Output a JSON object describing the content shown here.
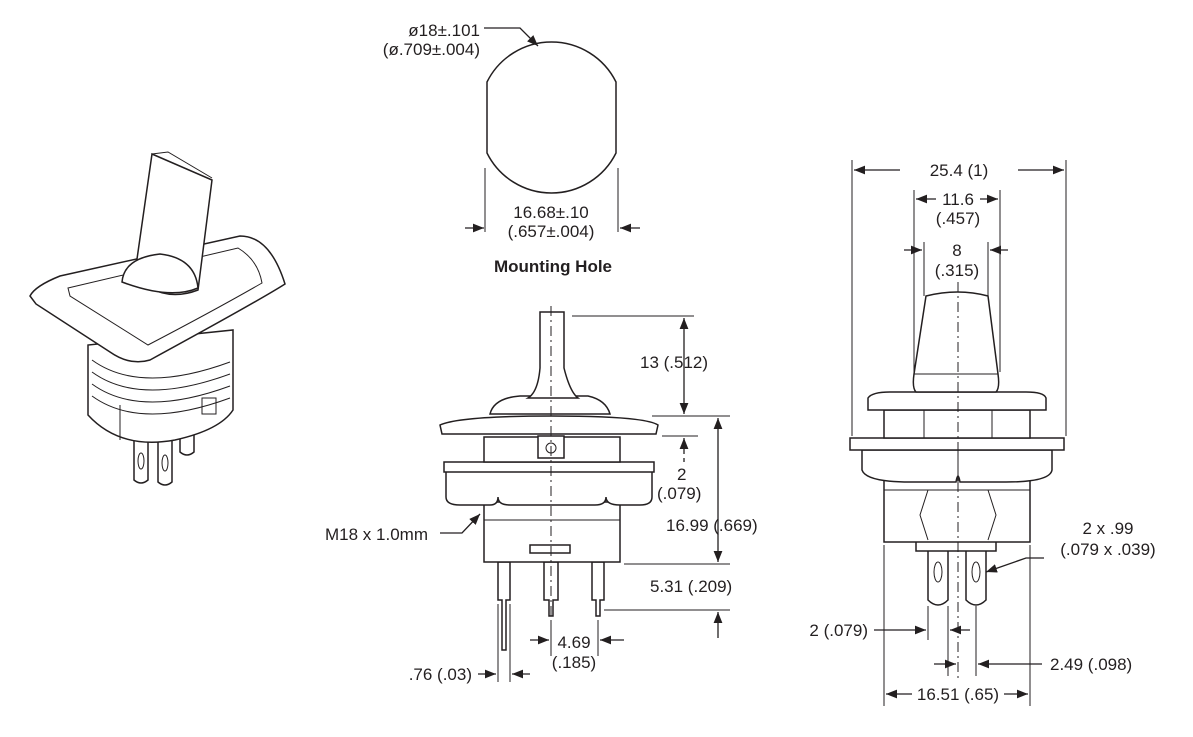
{
  "mounting_hole": {
    "title": "Mounting Hole",
    "diameter_mm": "ø18±.101",
    "diameter_in": "(ø.709±.004)",
    "flat_mm": "16.68±.10",
    "flat_in": "(.657±.004)"
  },
  "front_view": {
    "actuator_height": "13 (.512)",
    "bezel_depth_mm": "2",
    "bezel_depth_in": "(.079)",
    "body_height": "16.99 (.669)",
    "terminal_length": "5.31 (.209)",
    "thread": "M18 x 1.0mm",
    "terminal_pitch_mm": "4.69",
    "terminal_pitch_in": "(.185)",
    "terminal_thickness": ".76 (.03)"
  },
  "side_view": {
    "overall_width": "25.4 (1)",
    "actuator_base_mm": "11.6",
    "actuator_base_in": "(.457)",
    "actuator_tip_mm": "8",
    "actuator_tip_in": "(.315)",
    "terminal_hole_mm": "2 x .99",
    "terminal_hole_in": "(.079 x .039)",
    "terminal_width": "2 (.079)",
    "terminal_offset": "2.49 (.098)",
    "body_width": "16.51 (.65)"
  }
}
